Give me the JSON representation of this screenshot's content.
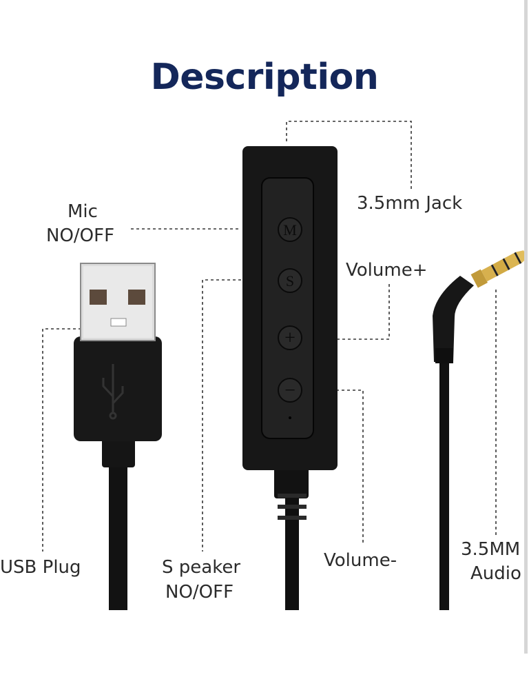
{
  "title": "Description",
  "labels": {
    "mic_line1": "Mic",
    "mic_line2": "NO/OFF",
    "jack": "3.5mm Jack",
    "volume_plus": "Volume+",
    "volume_minus": "Volume-",
    "usb_plug": "USB Plug",
    "speaker_line1": "S peaker",
    "speaker_line2": "NO/OFF",
    "audio_line1": "3.5MM",
    "audio_line2": "Audio"
  },
  "buttons": {
    "mic": "M",
    "speaker": "S",
    "plus": "+",
    "minus": "−"
  }
}
